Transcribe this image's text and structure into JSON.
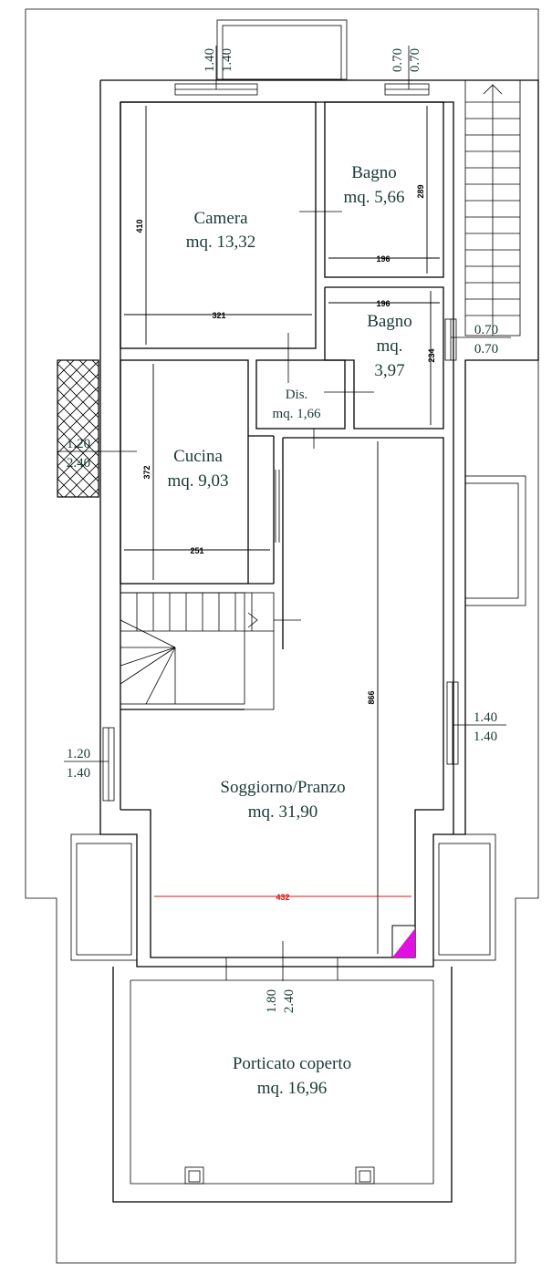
{
  "rooms": {
    "camera": {
      "name": "Camera",
      "area": "mq. 13,32"
    },
    "bagno1": {
      "name": "Bagno",
      "area": "mq. 5,66"
    },
    "bagno2": {
      "name": "Bagno",
      "area_prefix": "mq.",
      "area_value": "3,97"
    },
    "dis": {
      "name": "Dis.",
      "area": "mq. 1,66"
    },
    "cucina": {
      "name": "Cucina",
      "area": "mq. 9,03"
    },
    "soggiorno": {
      "name": "Soggiorno/Pranzo",
      "area": "mq. 31,90"
    },
    "porticato": {
      "name": "Porticato coperto",
      "area": "mq. 16,96"
    }
  },
  "dimensions": {
    "camera_height": "410",
    "camera_width": "321",
    "bagno1_height": "289",
    "bagno1_width": "196",
    "bagno2_width": "196",
    "bagno2_height": "234",
    "cucina_height": "372",
    "cucina_width": "251",
    "soggiorno_height": "866",
    "soggiorno_width": "432"
  },
  "windows": {
    "camera_top": {
      "a": "1.40",
      "b": "1.40"
    },
    "bagno1_top": {
      "a": "0.70",
      "b": "0.70"
    },
    "bagno2_right": {
      "a": "0.70",
      "b": "0.70"
    },
    "cucina_left": {
      "a": "1.20",
      "b": "2.40"
    },
    "soggiorno_right": {
      "a": "1.40",
      "b": "1.40"
    },
    "soggiorno_left": {
      "a": "1.20",
      "b": "1.40"
    },
    "porticato_door": {
      "a": "1.80",
      "b": "2.40"
    }
  },
  "colors": {
    "label": "#1a3a36",
    "dim_red": "#e01010",
    "marker": "#e010e0"
  }
}
